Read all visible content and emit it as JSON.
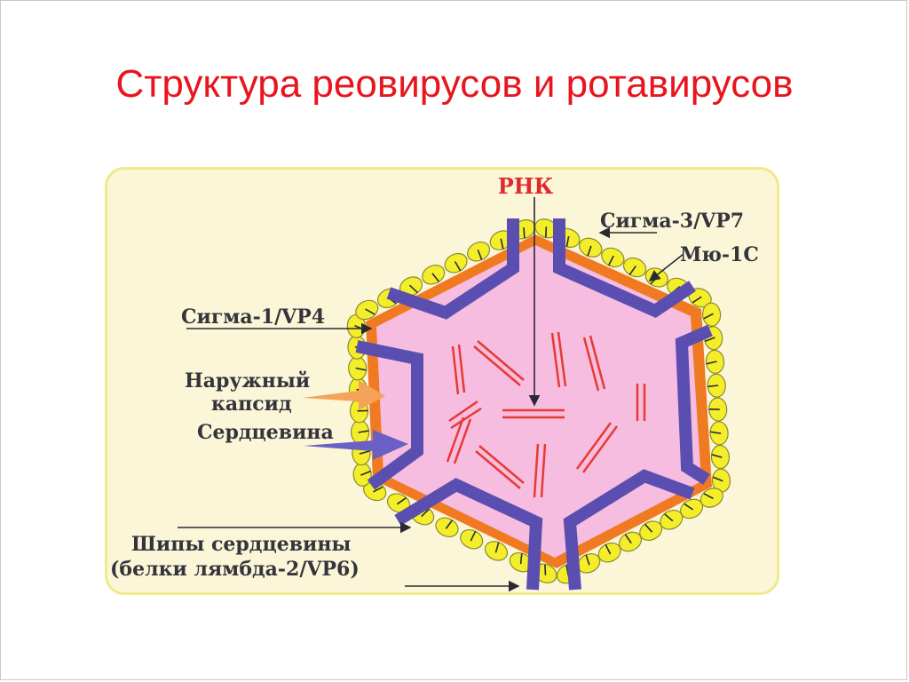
{
  "slide": {
    "title": "Структура реовирусов и ротавирусов"
  },
  "labels": {
    "rna": "РНК",
    "sigma3": "Сигма-3/VP7",
    "mu1c": "Мю-1С",
    "sigma1": "Сигма-1/VP4",
    "outer_capsid_line1": "Наружный",
    "outer_capsid_line2": "капсид",
    "core": "Сердцевина",
    "core_spikes_line1": "Шипы сердцевины",
    "core_spikes_line2": "(белки лямбда-2/VP6)"
  },
  "colors": {
    "title": "#e8141e",
    "panel_bg": "#fbf6d8",
    "virion_fill": "#f7bde0",
    "capsid_band": "#f07a21",
    "core_shell": "#5a4fb0",
    "capsomer": "#f4ee2a",
    "rna_segments": "#e63a33",
    "label_text": "#34343c"
  }
}
